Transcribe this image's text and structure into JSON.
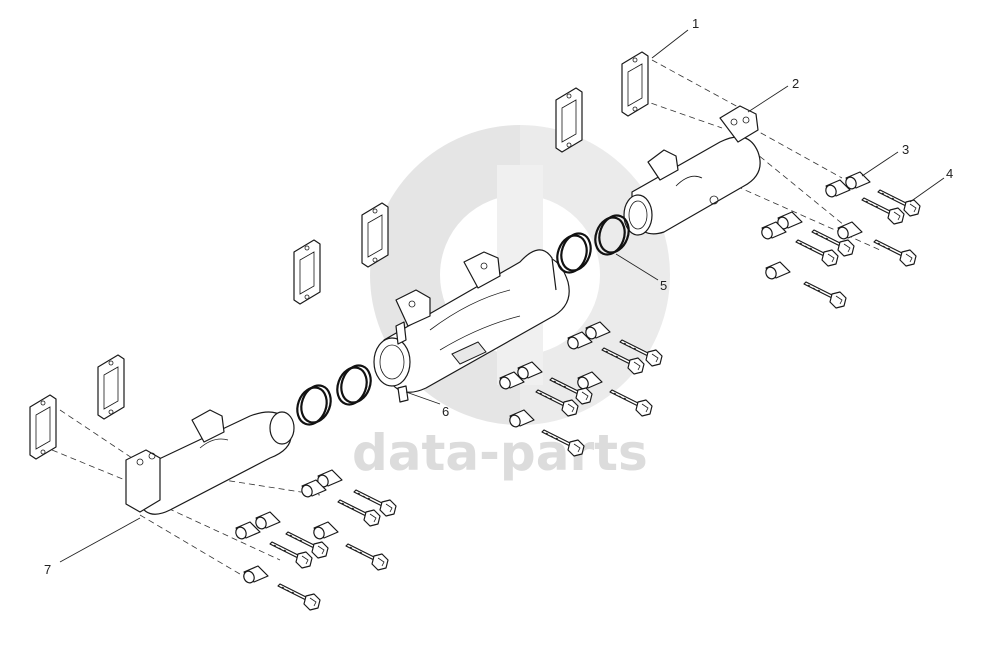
{
  "watermark": {
    "text": "data-parts",
    "color": "#dcdcdc"
  },
  "callouts": [
    {
      "id": "c1",
      "label": "1"
    },
    {
      "id": "c2",
      "label": "2"
    },
    {
      "id": "c3",
      "label": "3"
    },
    {
      "id": "c4",
      "label": "4"
    },
    {
      "id": "c5",
      "label": "5"
    },
    {
      "id": "c6",
      "label": "6"
    },
    {
      "id": "c7",
      "label": "7"
    }
  ],
  "colors": {
    "line": "#1a1a1a",
    "background": "#ffffff"
  }
}
